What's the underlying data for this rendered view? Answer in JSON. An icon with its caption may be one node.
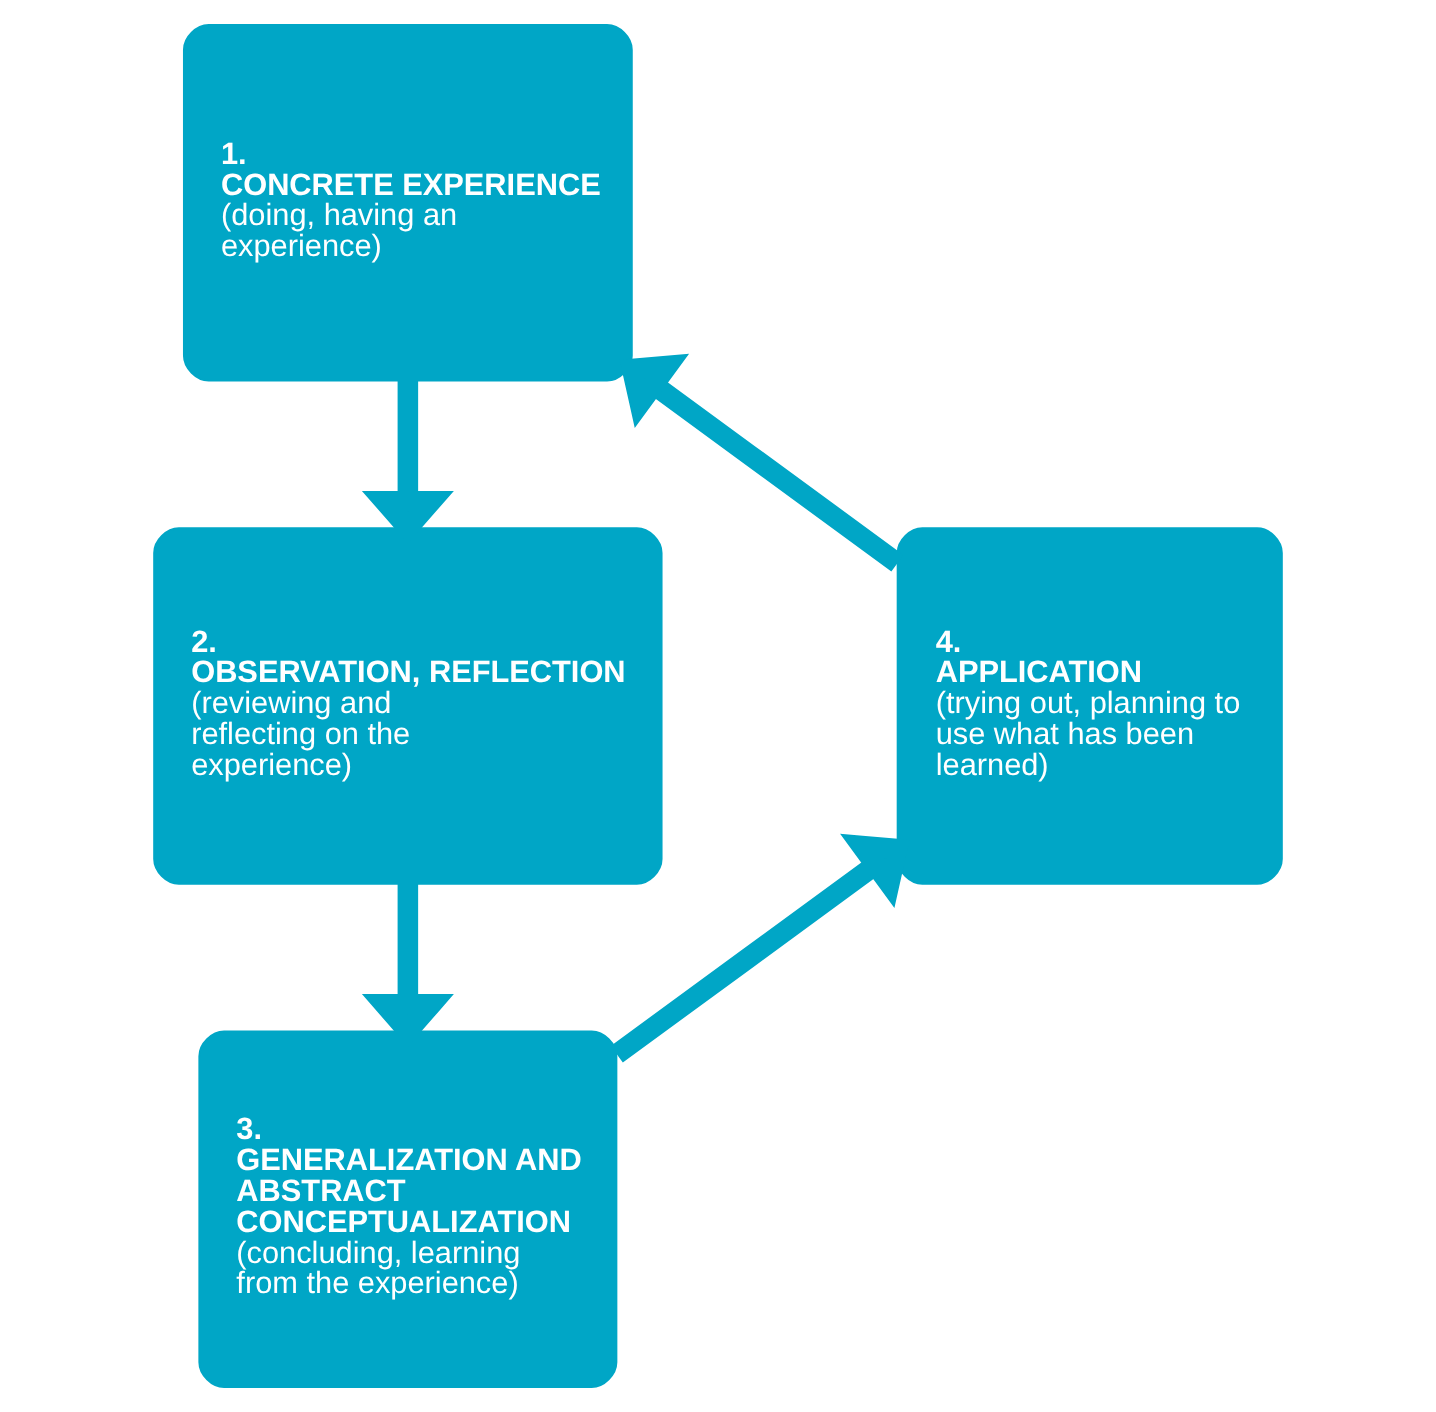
{
  "diagram": {
    "nodes": [
      {
        "text": [
          "1.",
          "CONCRETE EXPERIENCE",
          "(doing, having an experience)"
        ]
      },
      {
        "text": [
          "2.",
          "OBSERVATION, REFLECTION",
          "(reviewing and reflecting on the experience)"
        ]
      },
      {
        "text": [
          "3.",
          "GENERALIZATION AND ABSTRACT CONCEPTUALIZATION",
          "(concluding, learning from the experience)"
        ]
      },
      {
        "text": [
          "4.",
          "APPLICATION",
          "(trying out, planning to use what has been learned)"
        ]
      }
    ],
    "edges": [
      {
        "from": 0,
        "to": 1,
        "arrow": "to"
      },
      {
        "from": 1,
        "to": 2,
        "arrow": "to"
      },
      {
        "from": 2,
        "to": 3,
        "arrow": "to"
      },
      {
        "from": 3,
        "to": 0,
        "arrow": "to"
      }
    ]
  }
}
